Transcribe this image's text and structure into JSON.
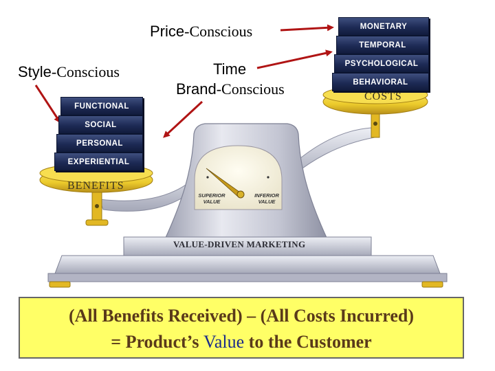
{
  "labels": {
    "price_prefix": "Price",
    "price_suffix": "-Conscious",
    "style_prefix": "Style",
    "style_suffix": "-Conscious",
    "time": "Time",
    "brand_prefix": "Brand",
    "brand_suffix": "-Conscious"
  },
  "benefits": {
    "items": [
      "FUNCTIONAL",
      "SOCIAL",
      "PERSONAL",
      "EXPERIENTIAL"
    ],
    "pan_label": "BENEFITS"
  },
  "costs": {
    "items": [
      "MONETARY",
      "TEMPORAL",
      "PSYCHOLOGICAL",
      "BEHAVIORAL"
    ],
    "pan_label": "COSTS"
  },
  "scale": {
    "base_label": "VALUE-DRIVEN MARKETING",
    "dial_left": "SUPERIOR VALUE",
    "dial_right": "INFERIOR VALUE"
  },
  "formula": {
    "line1": "(All Benefits Received) – (All Costs Incurred)",
    "line2_pre": "= Product’s ",
    "line2_hl": "Value",
    "line2_post": " to the Customer"
  },
  "colors": {
    "block": "#1d2a55",
    "pan": "#f2d23a",
    "scale": "#c9cbd6",
    "formula_bg": "#ffff66",
    "arrow": "#b01414"
  }
}
